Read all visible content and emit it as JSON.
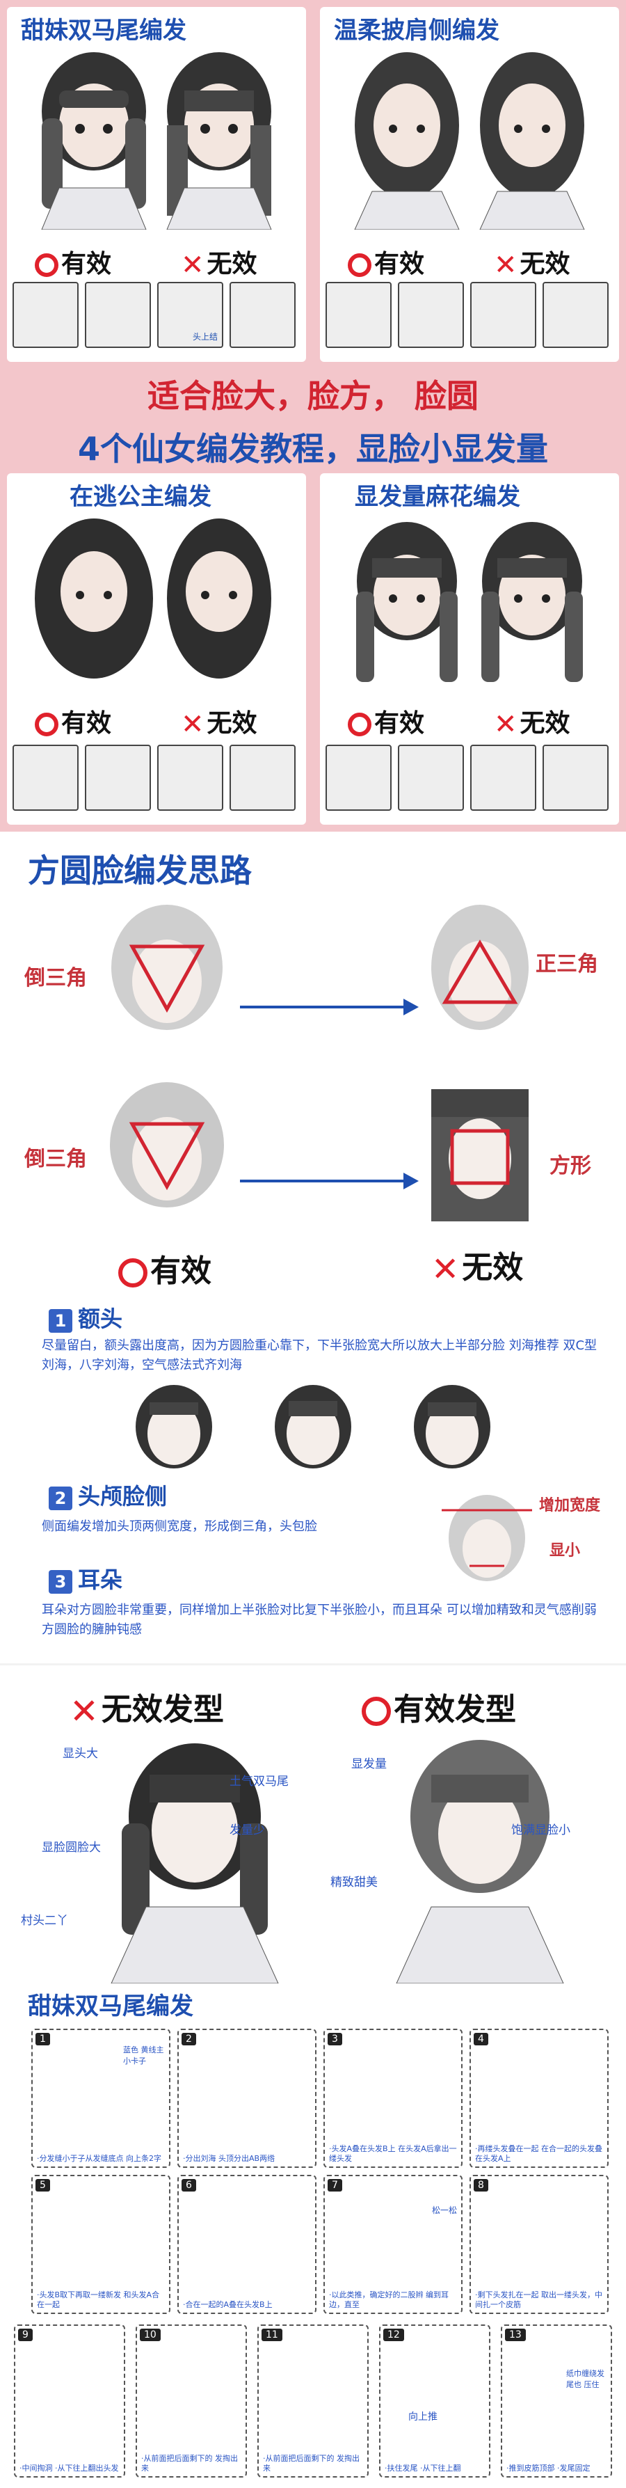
{
  "top_panels": [
    {
      "title": "甜妹双马尾编发",
      "yes": "有效",
      "no": "无效"
    },
    {
      "title": "温柔披肩侧编发",
      "yes": "有效",
      "no": "无效"
    },
    {
      "title": "在逃公主编发",
      "yes": "有效",
      "no": "无效"
    },
    {
      "title": "显发量麻花编发",
      "yes": "有效",
      "no": "无效"
    }
  ],
  "banner": {
    "line1": "适合脸大，脸方，  脸圆",
    "line2": "4个仙女编发教程，显脸小显发量"
  },
  "step_thumb_label": "头上结",
  "approach": {
    "title": "方圆脸编发思路",
    "row1_left": "倒三角",
    "row1_right": "正三角",
    "row2_left": "倒三角",
    "row2_right": "方形",
    "yes": "有效",
    "no": "无效"
  },
  "sections": [
    {
      "num": "1",
      "title": "额头",
      "text": "尽量留白，额头露出度高，因为方圆脸重心靠下，下半张脸宽大所以放大上半部分脸 刘海推荐 双C型刘海，八字刘海，空气感法式齐刘海"
    },
    {
      "num": "2",
      "title": "头颅脸侧",
      "text": "侧面编发增加头顶两侧宽度，形成倒三角，头包脸",
      "side_note": "增加宽度",
      "side_note2": "显小"
    },
    {
      "num": "3",
      "title": "耳朵",
      "text": "耳朵对方圆脸非常重要，同样增加上半张脸对比复下半张脸小，而且耳朵 可以增加精致和灵气感削弱方圆脸的臃肿钝感"
    }
  ],
  "compare": {
    "bad_title": "无效发型",
    "good_title": "有效发型",
    "bad_tags": [
      "显头大",
      "土气双马尾",
      "发量少",
      "显脸圆脸大",
      "村头二丫"
    ],
    "good_tags": [
      "显发量",
      "饱满显脸小",
      "精致甜美"
    ]
  },
  "tutorial": {
    "title": "甜妹双马尾编发",
    "steps": [
      {
        "n": "1",
        "cap": "·分发缝小于子从发缝底点 向上条2字",
        "note": "蓝色 黄线主 小卡子"
      },
      {
        "n": "2",
        "cap": "·分出刘海 头顶分出AB两绺"
      },
      {
        "n": "3",
        "cap": "·头发A叠在头发B上 在头发A后拿出一缕头发"
      },
      {
        "n": "4",
        "cap": "·再缕头发叠在一起 在合一起的头发叠在头发A上"
      },
      {
        "n": "5",
        "cap": "·头发B取下再取一缕新发 和头发A合在一起"
      },
      {
        "n": "6",
        "cap": "·合在一起的A叠在头发B上"
      },
      {
        "n": "7",
        "cap": "·以此类推，确定好的二股辫 编到耳边，直至",
        "note": "松一松"
      },
      {
        "n": "8",
        "cap": "·剩下头发扎在一起 取出一缕头发，中间扎一个皮筋"
      },
      {
        "n": "9",
        "cap": "·中间掏洞 ·从下往上翻出头发"
      },
      {
        "n": "10",
        "cap": "·从前面把后面剩下的 发掏出来"
      },
      {
        "n": "11",
        "cap": "·从前面把后面剩下的 发掏出来"
      },
      {
        "n": "12",
        "cap": "·扶住发尾 ·从下往上翻",
        "note": "向上推"
      },
      {
        "n": "13",
        "cap": "·推到皮筋顶部 ·发尾固定",
        "note": "纸巾缠绕发尾也 压住"
      }
    ]
  },
  "colors": {
    "pink": "#f3c6cb",
    "blue": "#1e4fb0",
    "red": "#d22431",
    "yes_ring": "#e0212b"
  }
}
